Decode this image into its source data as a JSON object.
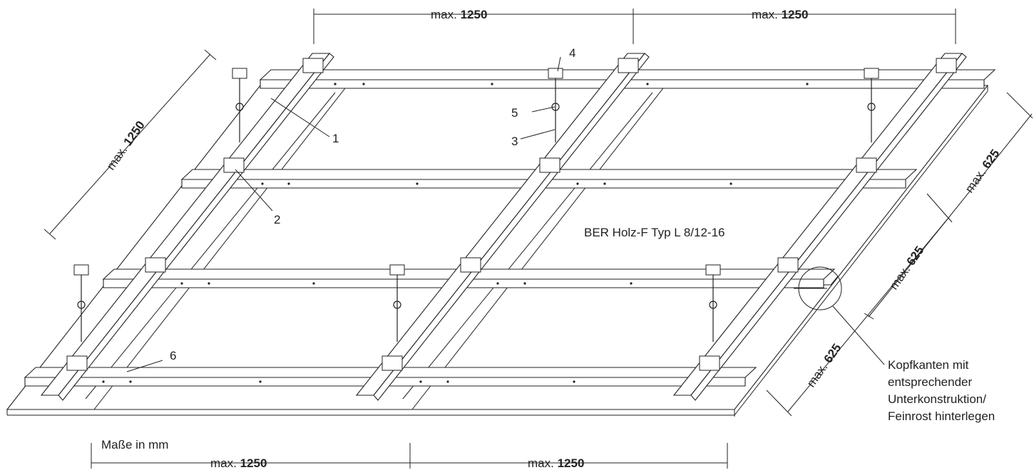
{
  "product_label": "BER Holz-F Typ L 8/12-16",
  "units_note": "Maße in mm",
  "dimensions": {
    "prefix": "max.",
    "top_left": "1250",
    "top_right": "1250",
    "bottom_left": "1250",
    "bottom_right": "1250",
    "left_side": "1250",
    "right_1": "625",
    "right_2": "625",
    "right_3": "625"
  },
  "callout_numbers": [
    "1",
    "2",
    "3",
    "4",
    "5",
    "6"
  ],
  "note": {
    "line1": "Kopfkanten mit",
    "line2": "entsprechender",
    "line3": "Unterkonstruktion/",
    "line4": "Feinrost hinterlegen"
  }
}
